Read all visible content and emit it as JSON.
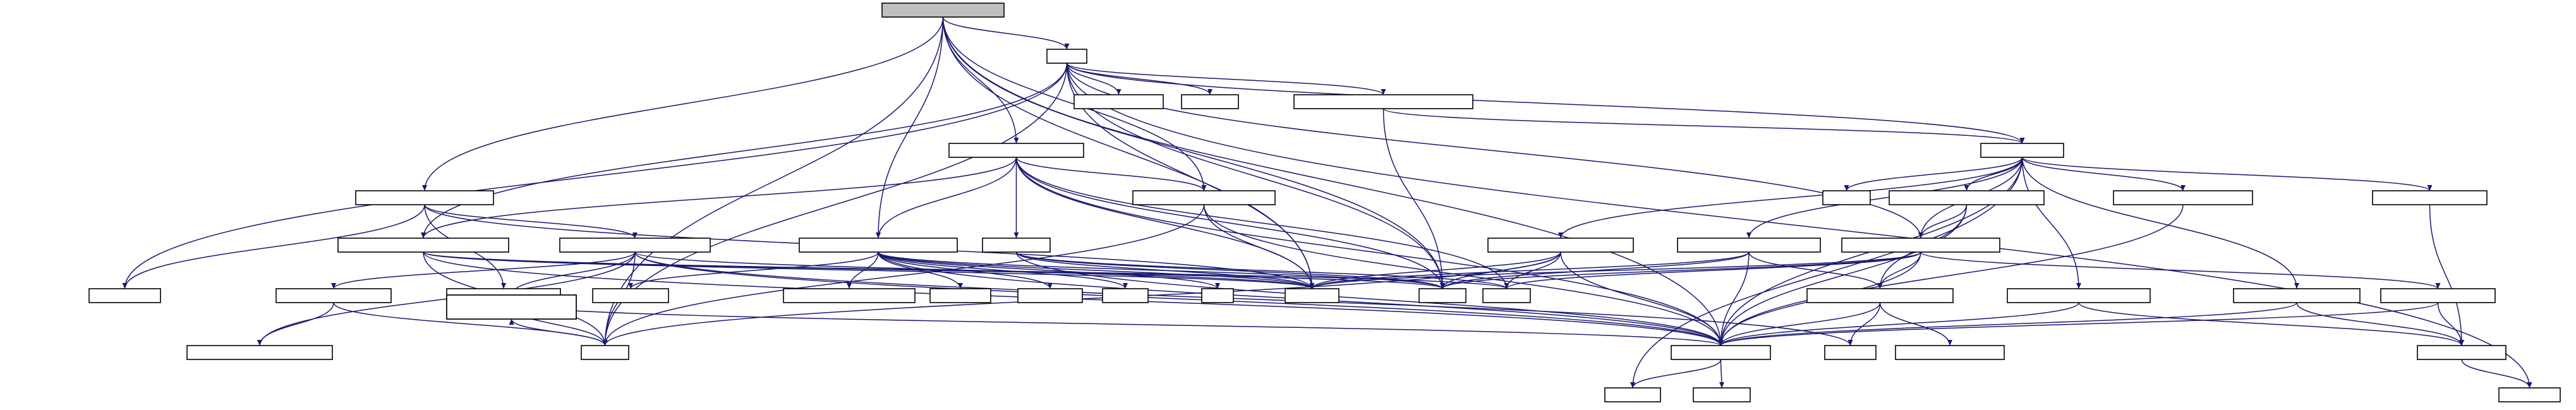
{
  "colors": {
    "edge": "#191970",
    "root_fill": "#bfbfbf",
    "border": "#000000",
    "external_border": "#bfbfbf"
  },
  "nodes": [
    {
      "id": "root",
      "label": "　　　　　　　　　　　　　　　　　　　",
      "kind": "root"
    },
    {
      "id": "n_a",
      "label": "　　　　　　",
      "kind": "internal"
    },
    {
      "id": "n_a1",
      "label": "　　　　　　　　　　　　　",
      "kind": "internal"
    },
    {
      "id": "n_a2",
      "label": "　　　　　　　　",
      "kind": "external"
    },
    {
      "id": "n_a3",
      "label": "　　　　　　　　　　　　　　　　　　　　　　　　",
      "kind": "internal"
    },
    {
      "id": "n_b",
      "label": "　　　　　　　　　　　　　　　　　　　　　　　　　　　　　",
      "kind": "internal"
    },
    {
      "id": "n_c",
      "label": "　　　　　　　　　　　　　　　　　　　　　　　　　　　　　　　　",
      "kind": "internal"
    },
    {
      "id": "n_d",
      "label": "　　　　　　　　　　　　　　　　　　　　　　　　　　　　　　",
      "kind": "internal"
    },
    {
      "id": "n_e",
      "label": "　　　　　　　　　　　　　　　　　　　　　　　　　　　　　　　　　　　　　　",
      "kind": "internal"
    },
    {
      "id": "n_f",
      "label": "　　　　　　　　　　　　　　　　　　　　　　　　　　　　　　　　　　",
      "kind": "internal"
    },
    {
      "id": "n_g",
      "label": "　　　　　　　　　　　　　　　　　　　　　　　　　　　　　　　　　　　　　　　　　",
      "kind": "internal"
    },
    {
      "id": "n_h",
      "label": "　　　　　　　　　　",
      "kind": "internal"
    },
    {
      "id": "n_i",
      "label": "　　　　　　　　　　　　　　　　　　　　　　　　　　　",
      "kind": "internal"
    },
    {
      "id": "n_j",
      "label": "　　　　　　　　　　　　　　　　　　　　　　　",
      "kind": "internal"
    },
    {
      "id": "n_k",
      "label": "　　　　　　　　　　　　　　　　",
      "kind": "internal"
    },
    {
      "id": "n_k2",
      "label": "　　　　　　　　　　",
      "kind": "internal"
    },
    {
      "id": "n_l",
      "label": "　　　　　　　　　　　　　　　　　　　　　　　　　　　　",
      "kind": "internal"
    },
    {
      "id": "hub",
      "label": "　　　　　　　　　　　　",
      "kind": "internal"
    },
    {
      "id": "hub_x",
      "label": "　　　　　　",
      "kind": "external"
    },
    {
      "id": "hub_a",
      "label": "　　　　　　　　　　　　　　　　　　　　　　　　　",
      "kind": "internal"
    },
    {
      "id": "hub_b",
      "label": "　　　　　　　　　　　　　　　　　　　　　",
      "kind": "internal"
    },
    {
      "id": "hub_c",
      "label": "　　　　　　　　　　　　　　　　　",
      "kind": "internal"
    },
    {
      "id": "n_m",
      "label": "　　　　　　　　　　　　　　　　　　　　　　　　　　　　　　　　　　　　　　　　　　　",
      "kind": "internal"
    },
    {
      "id": "n_n",
      "label": "　　　　　　　　　　　　　　　　　　　　　　　　　　　　　　",
      "kind": "internal"
    },
    {
      "id": "n_o",
      "label": "　　　　　　　　　　　　　　　　　　　　　　　　　　　　　　　　　",
      "kind": "internal"
    },
    {
      "id": "n_p",
      "label": "　　　　　　　　　　　　　　　　　　　　",
      "kind": "internal"
    },
    {
      "id": "n_q",
      "label": "　　　　　　　　　　　　　　　　　　　",
      "kind": "internal"
    },
    {
      "id": "n_r",
      "label": "　　　　　　　　　　　　　　　　　　　　　　　　　　　　　　　　　　　",
      "kind": "internal"
    },
    {
      "id": "n_s",
      "label": "　　　　　　　　　　　　　　　　　　　　　　　　　　　　　　　　　　　　　",
      "kind": "internal"
    },
    {
      "id": "m1",
      "label": "　　　　　　",
      "kind": "internal"
    },
    {
      "id": "m2",
      "label": "　　　　　",
      "kind": "internal"
    },
    {
      "id": "m3",
      "label": "　　　　　　",
      "kind": "internal"
    },
    {
      "id": "bot_a",
      "label": "　　　　　　",
      "kind": "internal"
    },
    {
      "id": "bot_b",
      "label": "　　　　　　　　　　　　　　　",
      "kind": "internal"
    },
    {
      "id": "bot_c",
      "label": "　　　　　　　　　　　　",
      "kind": "internal"
    },
    {
      "id": "e1",
      "label": "　　　　　　　　",
      "kind": "external"
    },
    {
      "id": "e2",
      "label": "　　　　　　　　　　　",
      "kind": "external"
    },
    {
      "id": "e3",
      "label": "　　　　　　　　　　　　　　　　　　　　　　　　　　　　　",
      "kind": "external"
    },
    {
      "id": "e4",
      "label": "　　　　　　　　　　　　　　　　　　　　　　　　",
      "kind": "external"
    },
    {
      "id": "e5",
      "label": "　　　　　　　　　",
      "kind": "external"
    },
    {
      "id": "e6",
      "label": "　　　　　　　　　",
      "kind": "external"
    },
    {
      "id": "e7",
      "label": "　　　　　",
      "kind": "external"
    },
    {
      "id": "e8",
      "label": "　　",
      "kind": "external"
    },
    {
      "id": "e9",
      "label": "　　　　　　　",
      "kind": "external"
    },
    {
      "id": "e10",
      "label": "　　　　　　　　　　　　　　　",
      "kind": "external"
    },
    {
      "id": "e11",
      "label": "　　　　　　",
      "kind": "external"
    },
    {
      "id": "e12",
      "label": "　　　　　　",
      "kind": "external"
    },
    {
      "id": "e13",
      "label": "　　　　　　　",
      "kind": "external"
    }
  ],
  "edges": [
    [
      "root",
      "n_a"
    ],
    [
      "root",
      "n_b"
    ],
    [
      "root",
      "n_c"
    ],
    [
      "root",
      "n_d"
    ],
    [
      "root",
      "m1"
    ],
    [
      "root",
      "m2"
    ],
    [
      "root",
      "bot_a"
    ],
    [
      "root",
      "bot_b"
    ],
    [
      "root",
      "n_e"
    ],
    [
      "n_a",
      "n_a1"
    ],
    [
      "n_a",
      "n_a2"
    ],
    [
      "n_a",
      "n_a3"
    ],
    [
      "n_a",
      "n_f"
    ],
    [
      "n_a",
      "m1"
    ],
    [
      "n_a",
      "m2"
    ],
    [
      "n_a",
      "e1"
    ],
    [
      "n_a",
      "e13"
    ],
    [
      "n_a",
      "bot_a"
    ],
    [
      "n_a",
      "hub"
    ],
    [
      "n_a",
      "n_m"
    ],
    [
      "n_a3",
      "hub"
    ],
    [
      "n_a3",
      "m2"
    ],
    [
      "n_b",
      "n_d"
    ],
    [
      "n_b",
      "n_e"
    ],
    [
      "n_b",
      "n_f"
    ],
    [
      "n_b",
      "n_h"
    ],
    [
      "n_b",
      "m1"
    ],
    [
      "n_b",
      "m2"
    ],
    [
      "n_b",
      "m3"
    ],
    [
      "n_b",
      "bot_b"
    ],
    [
      "n_c",
      "n_g"
    ],
    [
      "n_c",
      "n_i"
    ],
    [
      "n_c",
      "e1"
    ],
    [
      "n_c",
      "m1"
    ],
    [
      "n_d",
      "bot_a"
    ],
    [
      "n_d",
      "bot_b"
    ],
    [
      "n_d",
      "m1"
    ],
    [
      "n_e",
      "m1"
    ],
    [
      "n_e",
      "m2"
    ],
    [
      "n_e",
      "bot_b"
    ],
    [
      "n_e",
      "e3"
    ],
    [
      "n_e",
      "e4"
    ],
    [
      "n_e",
      "e5"
    ],
    [
      "n_e",
      "e6"
    ],
    [
      "n_e",
      "e7"
    ],
    [
      "n_e",
      "e8"
    ],
    [
      "n_f",
      "bot_a"
    ],
    [
      "n_f",
      "m1"
    ],
    [
      "n_f",
      "m2"
    ],
    [
      "n_f",
      "m3"
    ],
    [
      "n_f",
      "bot_b"
    ],
    [
      "n_g",
      "n_j"
    ],
    [
      "n_g",
      "n_k"
    ],
    [
      "n_g",
      "bot_a"
    ],
    [
      "n_g",
      "bot_b"
    ],
    [
      "n_g",
      "e2"
    ],
    [
      "n_g",
      "e9"
    ],
    [
      "n_g",
      "m1"
    ],
    [
      "n_h",
      "m1"
    ],
    [
      "n_h",
      "m2"
    ],
    [
      "n_h",
      "m3"
    ],
    [
      "n_h",
      "bot_b"
    ],
    [
      "n_i",
      "bot_a"
    ],
    [
      "n_i",
      "bot_b"
    ],
    [
      "n_i",
      "n_k"
    ],
    [
      "n_j",
      "bot_a"
    ],
    [
      "n_j",
      "e2"
    ],
    [
      "n_k",
      "bot_a"
    ],
    [
      "hub",
      "hub_a"
    ],
    [
      "hub",
      "hub_b"
    ],
    [
      "hub",
      "hub_c"
    ],
    [
      "hub",
      "n_l"
    ],
    [
      "hub",
      "n_m"
    ],
    [
      "hub",
      "n_n"
    ],
    [
      "hub",
      "n_q"
    ],
    [
      "hub",
      "n_p"
    ],
    [
      "hub",
      "hub_x"
    ],
    [
      "hub",
      "e11"
    ],
    [
      "hub",
      "bot_b"
    ],
    [
      "hub_a",
      "n_m"
    ],
    [
      "hub_a",
      "n_o"
    ],
    [
      "hub_a",
      "bot_b"
    ],
    [
      "hub_b",
      "bot_b"
    ],
    [
      "hub_c",
      "bot_c"
    ],
    [
      "n_l",
      "m1"
    ],
    [
      "n_l",
      "m2"
    ],
    [
      "n_l",
      "m3"
    ],
    [
      "n_l",
      "bot_a"
    ],
    [
      "n_l",
      "bot_b"
    ],
    [
      "n_m",
      "n_o"
    ],
    [
      "n_m",
      "n_r"
    ],
    [
      "n_m",
      "bot_b"
    ],
    [
      "n_m",
      "m1"
    ],
    [
      "n_m",
      "m2"
    ],
    [
      "n_m",
      "m3"
    ],
    [
      "n_n",
      "bot_b"
    ],
    [
      "n_n",
      "m1"
    ],
    [
      "n_n",
      "m2"
    ],
    [
      "n_n",
      "n_o"
    ],
    [
      "n_o",
      "bot_b"
    ],
    [
      "n_o",
      "e9"
    ],
    [
      "n_o",
      "e10"
    ],
    [
      "n_p",
      "bot_b"
    ],
    [
      "n_p",
      "bot_c"
    ],
    [
      "n_q",
      "bot_c"
    ],
    [
      "n_q",
      "bot_b"
    ],
    [
      "n_r",
      "bot_c"
    ],
    [
      "n_r",
      "bot_b"
    ],
    [
      "bot_b",
      "e11"
    ],
    [
      "bot_b",
      "e12"
    ],
    [
      "bot_c",
      "e13"
    ]
  ]
}
